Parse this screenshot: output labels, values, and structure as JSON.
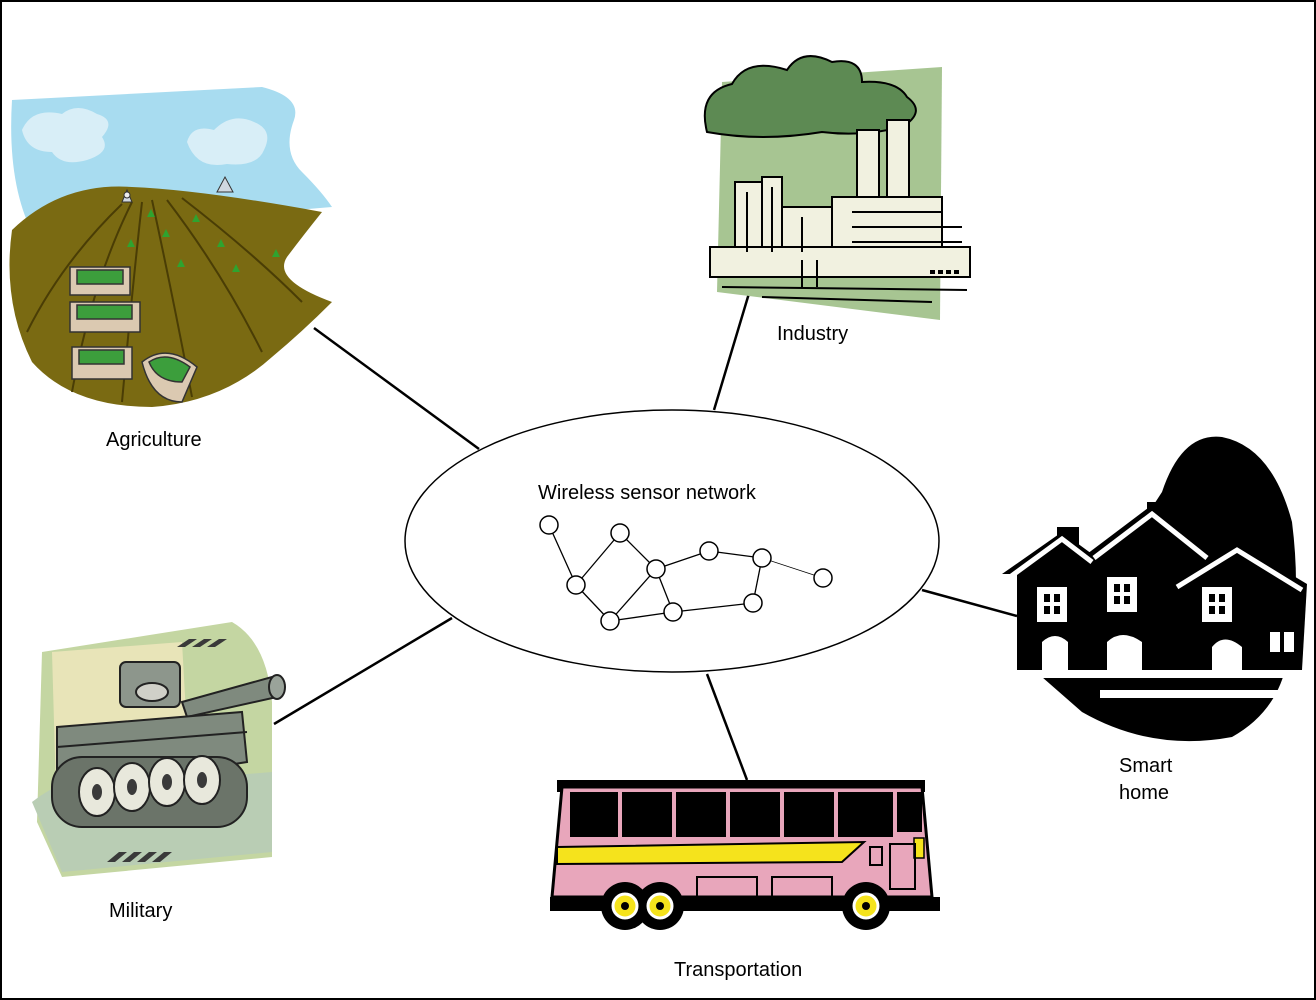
{
  "center": {
    "label": "Wireless sensor network"
  },
  "applications": [
    {
      "id": "agriculture",
      "label": "Agriculture",
      "icon": "agriculture-field-icon"
    },
    {
      "id": "industry",
      "label": "Industry",
      "icon": "factory-icon"
    },
    {
      "id": "smart-home",
      "label_lines": [
        "Smart",
        "home"
      ],
      "icon": "houses-icon"
    },
    {
      "id": "military",
      "label": "Military",
      "icon": "tank-icon"
    },
    {
      "id": "transportation",
      "label": "Transportation",
      "icon": "bus-icon"
    }
  ],
  "colors": {
    "sky": "#a8dcf0",
    "soil": "#7a6a12",
    "factory_green": "#a7c592",
    "smoke": "#5d8a53",
    "bus_pink": "#e8a6bb",
    "bus_stripe": "#f5e31c",
    "tank_gray": "#7f8a7e",
    "tank_bg": "#c4d6a2"
  }
}
